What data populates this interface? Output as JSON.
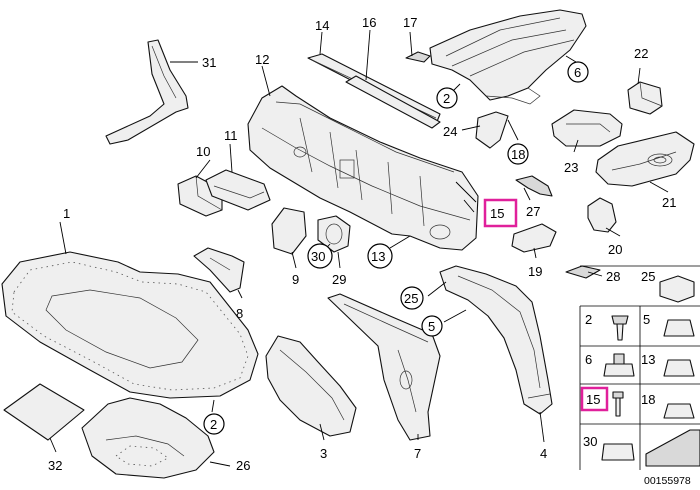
{
  "diagram": {
    "reference_number": "00155978",
    "labels": {
      "l1": "1",
      "l2a": "2",
      "l2b": "2",
      "l2k": "2",
      "l3": "3",
      "l4": "4",
      "l5a": "5",
      "l5k": "5",
      "l6a": "6",
      "l6k": "6",
      "l7": "7",
      "l8": "8",
      "l9": "9",
      "l10": "10",
      "l11": "11",
      "l12": "12",
      "l13a": "13",
      "l13k": "13",
      "l14": "14",
      "l15a": "15",
      "l15k": "15",
      "l16": "16",
      "l17": "17",
      "l18a": "18",
      "l18k": "18",
      "l19": "19",
      "l20": "20",
      "l21": "21",
      "l22": "22",
      "l23": "23",
      "l24": "24",
      "l25a": "25",
      "l25k": "25",
      "l26": "26",
      "l27": "27",
      "l28": "28",
      "l29": "29",
      "l30a": "30",
      "l30k": "30",
      "l31": "31",
      "l32": "32"
    }
  }
}
